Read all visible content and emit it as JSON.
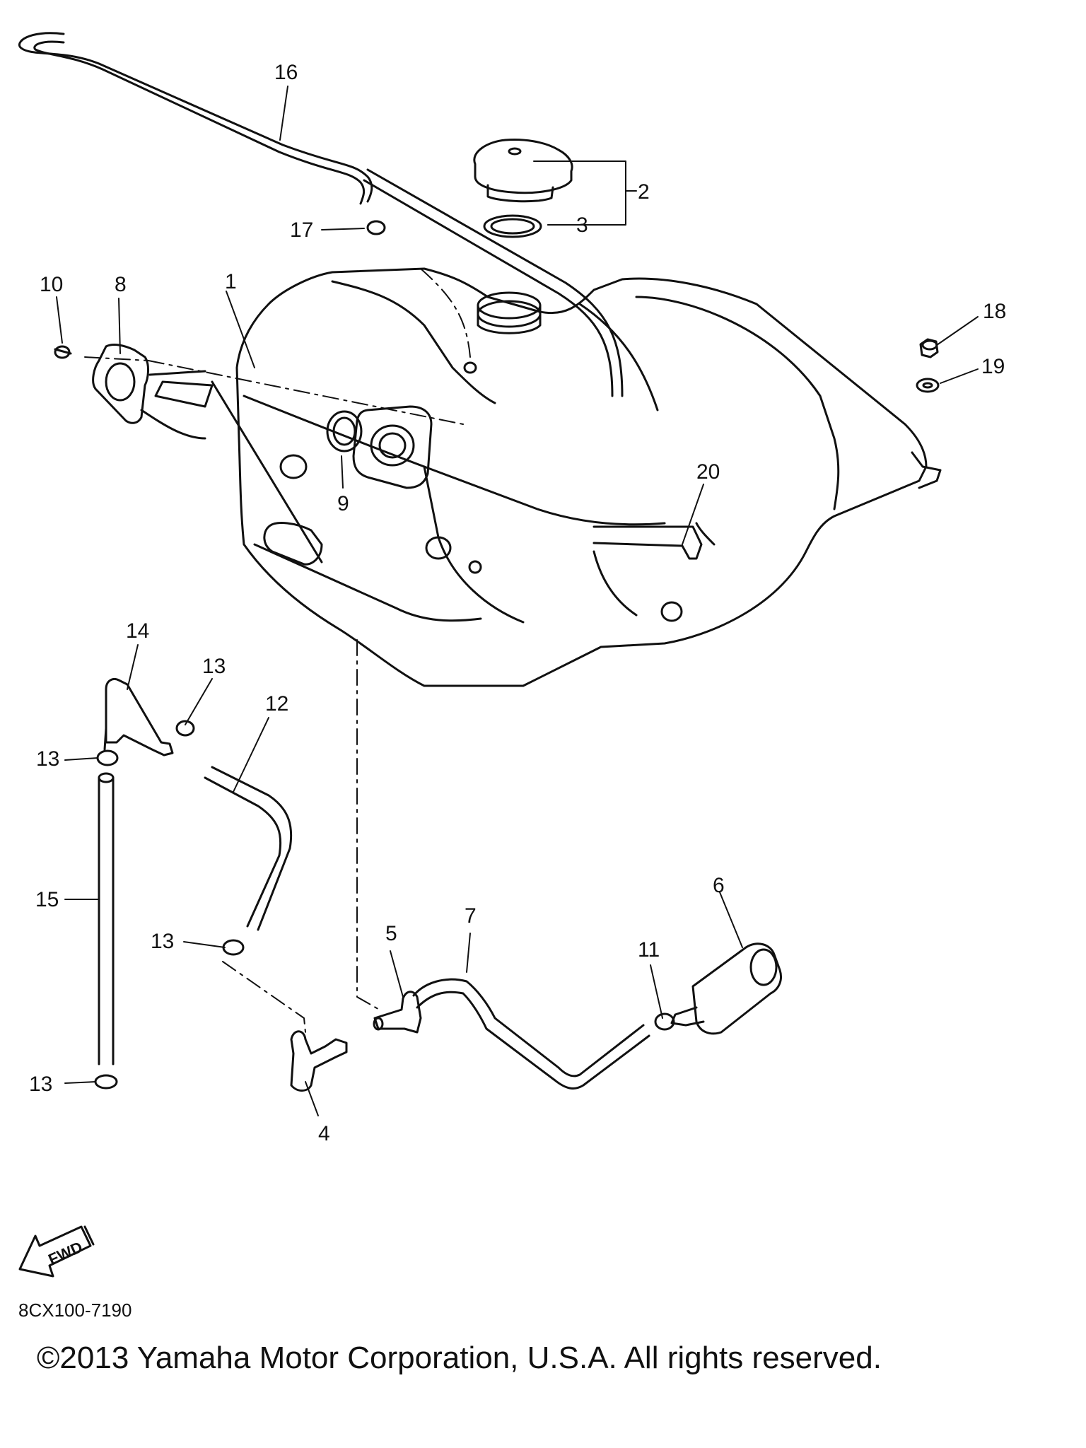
{
  "callouts": {
    "c1": "1",
    "c2": "2",
    "c3": "3",
    "c4": "4",
    "c5": "5",
    "c6": "6",
    "c7": "7",
    "c8": "8",
    "c9": "9",
    "c10": "10",
    "c11": "11",
    "c12": "12",
    "c13a": "13",
    "c13b": "13",
    "c13c": "13",
    "c13d": "13",
    "c14": "14",
    "c15": "15",
    "c16": "16",
    "c17": "17",
    "c18": "18",
    "c19": "19",
    "c20": "20"
  },
  "fwd_label": "FWD",
  "drawing_code": "8CX100-7190",
  "copyright": "©2013 Yamaha Motor Corporation, U.S.A. All rights reserved."
}
